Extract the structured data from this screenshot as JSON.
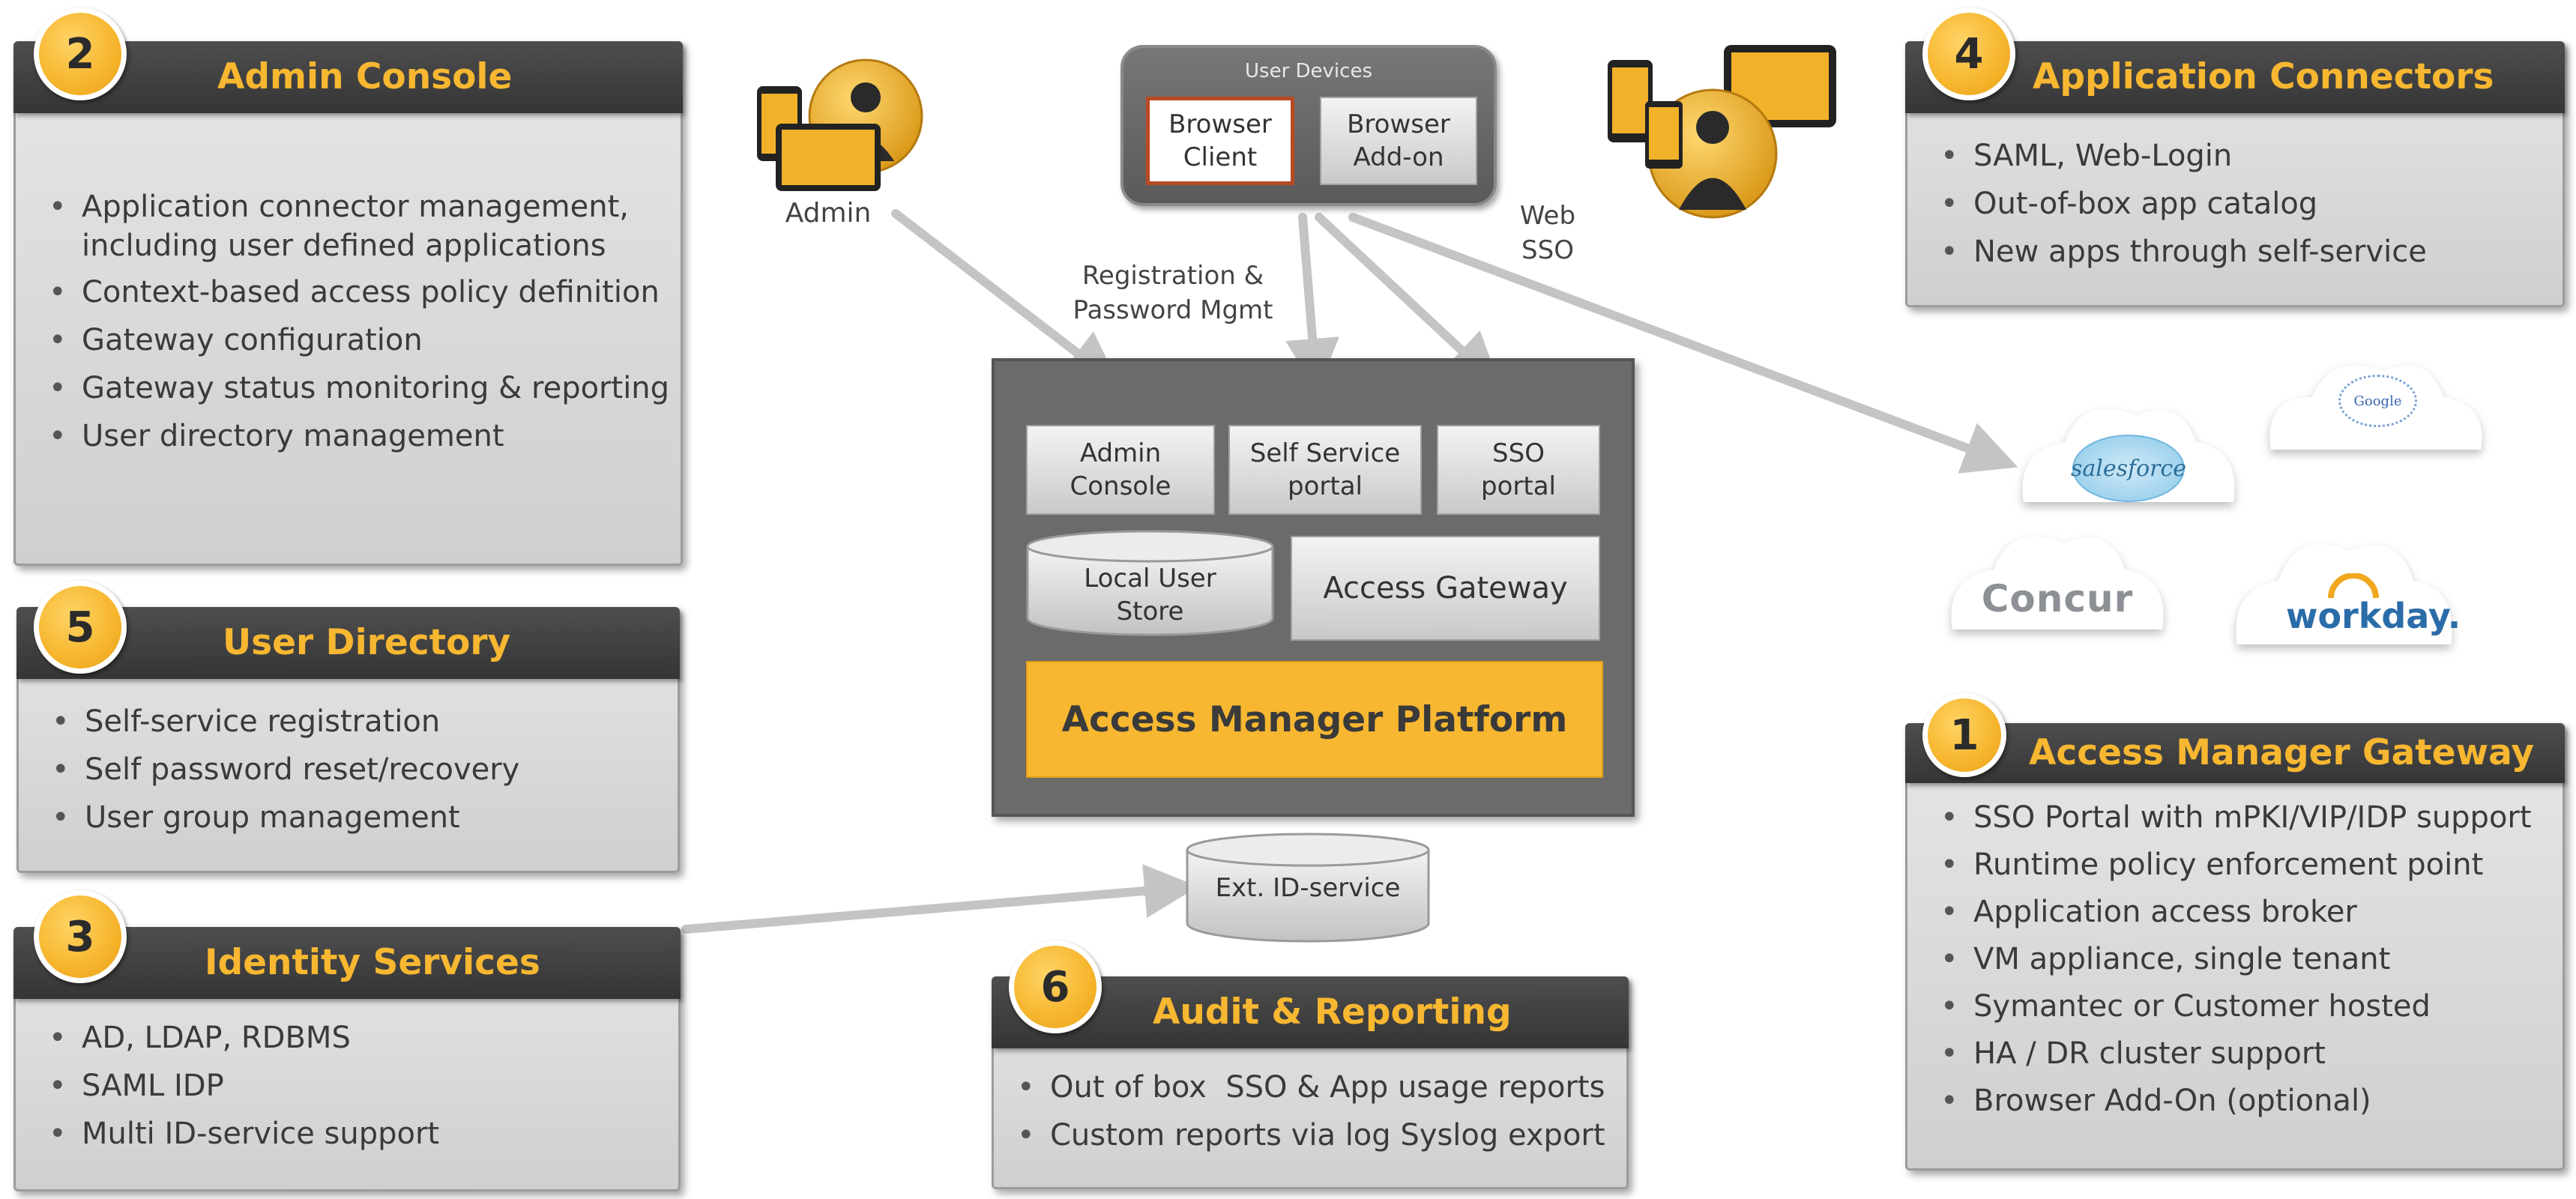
{
  "panels": {
    "admin_console": {
      "number": "2",
      "title": "Admin Console",
      "items": [
        "Application connector management, including user defined applications",
        "Context-based access policy definition",
        "Gateway configuration",
        "Gateway status monitoring & reporting",
        "User directory management"
      ]
    },
    "user_directory": {
      "number": "5",
      "title": "User Directory",
      "items": [
        "Self-service registration",
        "Self password reset/recovery",
        "User group management"
      ]
    },
    "identity_services": {
      "number": "3",
      "title": "Identity Services",
      "items": [
        "AD, LDAP, RDBMS",
        "SAML IDP",
        "Multi ID-service support"
      ]
    },
    "application_connectors": {
      "number": "4",
      "title": "Application Connectors",
      "items": [
        "SAML, Web-Login",
        "Out-of-box app catalog",
        "New apps through self-service"
      ]
    },
    "access_manager_gateway": {
      "number": "1",
      "title": "Access Manager Gateway",
      "items": [
        "SSO Portal with mPKI/VIP/IDP support",
        "Runtime policy enforcement point",
        "Application access broker",
        "VM appliance, single tenant",
        "Symantec or Customer hosted",
        "HA / DR cluster support",
        "Browser Add-On (optional)"
      ]
    },
    "audit_reporting": {
      "number": "6",
      "title": "Audit & Reporting",
      "items": [
        "Out of box  SSO & App usage reports",
        "Custom reports via log Syslog export"
      ]
    }
  },
  "user_devices": {
    "title": "User Devices",
    "browser_client": "Browser Client",
    "browser_addon": "Browser Add-on"
  },
  "labels": {
    "admin": "Admin",
    "registration": "Registration & Password Mgmt",
    "web_sso": "Web SSO"
  },
  "platform": {
    "admin_console": "Admin Console",
    "self_service_portal": "Self Service portal",
    "sso_portal": "SSO portal",
    "local_user_store": "Local User Store",
    "access_gateway": "Access Gateway",
    "title": "Access Manager Platform"
  },
  "ext_id_service": "Ext. ID-service",
  "cloud_apps": {
    "salesforce": "salesforce",
    "google": "Google",
    "concur": "Concur",
    "workday": "workday."
  },
  "colors": {
    "accent": "#f7b731",
    "header_dark": "#3f3f3f",
    "platform_bg": "#6b6b6b",
    "panel_bg": "#d9d9d9",
    "arrow": "#c4c4c4"
  }
}
